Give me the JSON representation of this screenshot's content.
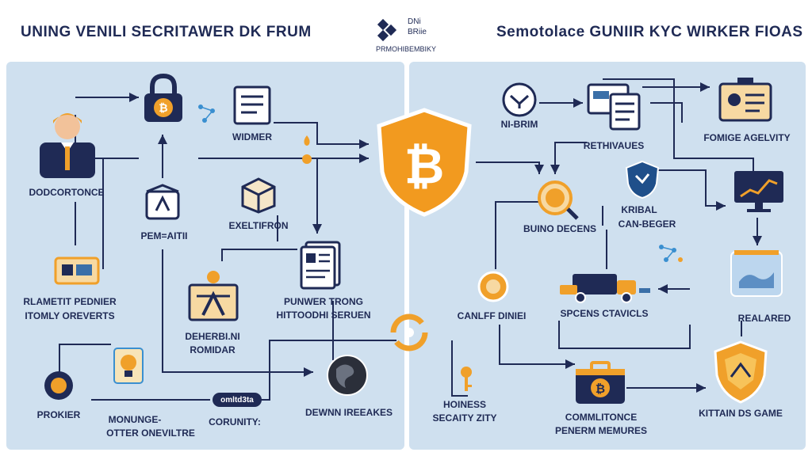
{
  "header": {
    "left_title": "UNING VENILI SECRITAWER DK FRUM",
    "right_title": "Semotolace GUNIIR KYC WIRKER FIOAS",
    "logo_line1": "DNi",
    "logo_line2": "BRiie",
    "logo_subtitle": "PRMOHIBEMBIKY"
  },
  "left_nodes": {
    "dodcortonce": "DODCORTONCE",
    "widmer": "WIDMER",
    "pem_aitii": "PEM=AITII",
    "exeltifron": "EXELTIFRON",
    "rlametit": "RLAMETIT PEDNIER",
    "itomly": "ITOMLY OREVERTS",
    "punter": "PUNWER TRONG",
    "hittoodhi": "HITTOODHI SERUEN",
    "deherbini": "DEHERBI.NI",
    "romidar": "ROMIDAR",
    "prokier": "PROKIER",
    "monunge": "MONUNGE-",
    "otter": "OTTER ONEVILTRE",
    "corunity": "CORUNITY:",
    "corunity_tag": "omltd3ta",
    "dewnn": "DEWNN IREEAKES"
  },
  "right_nodes": {
    "ni_brim": "NI-BRIM",
    "retiivaues": "RETHIVAUES",
    "fomege": "FOMIGE AGELVITY",
    "kribal": "KRIBAL",
    "canbeger": "CAN-BEGER",
    "buino": "BUINO DECENS",
    "canlff": "CANLFF DINIEI",
    "spcens": "SPCENS CTAVICLS",
    "realared": "REALARED",
    "hoiness": "HOINESS",
    "secaity": "SECAITY ZITY",
    "commlitonce": "COMMLITONCE",
    "penerm": "PENERM MEMURES",
    "kittain": "KITTAIN DS GAME"
  },
  "colors": {
    "navy": "#1f2a55",
    "panel": "#cfe0ef",
    "orange": "#f0a02a",
    "shield": "#f29a1f"
  },
  "icons": [
    "user-icon",
    "padlock-bitcoin-icon",
    "document-icon",
    "bitcoin-shield-icon",
    "globe-icon",
    "monitor-chart-icon",
    "shield-icon",
    "truck-icon",
    "briefcase-bitcoin-icon",
    "lightbulb-icon",
    "coin-icon",
    "sync-icon"
  ]
}
